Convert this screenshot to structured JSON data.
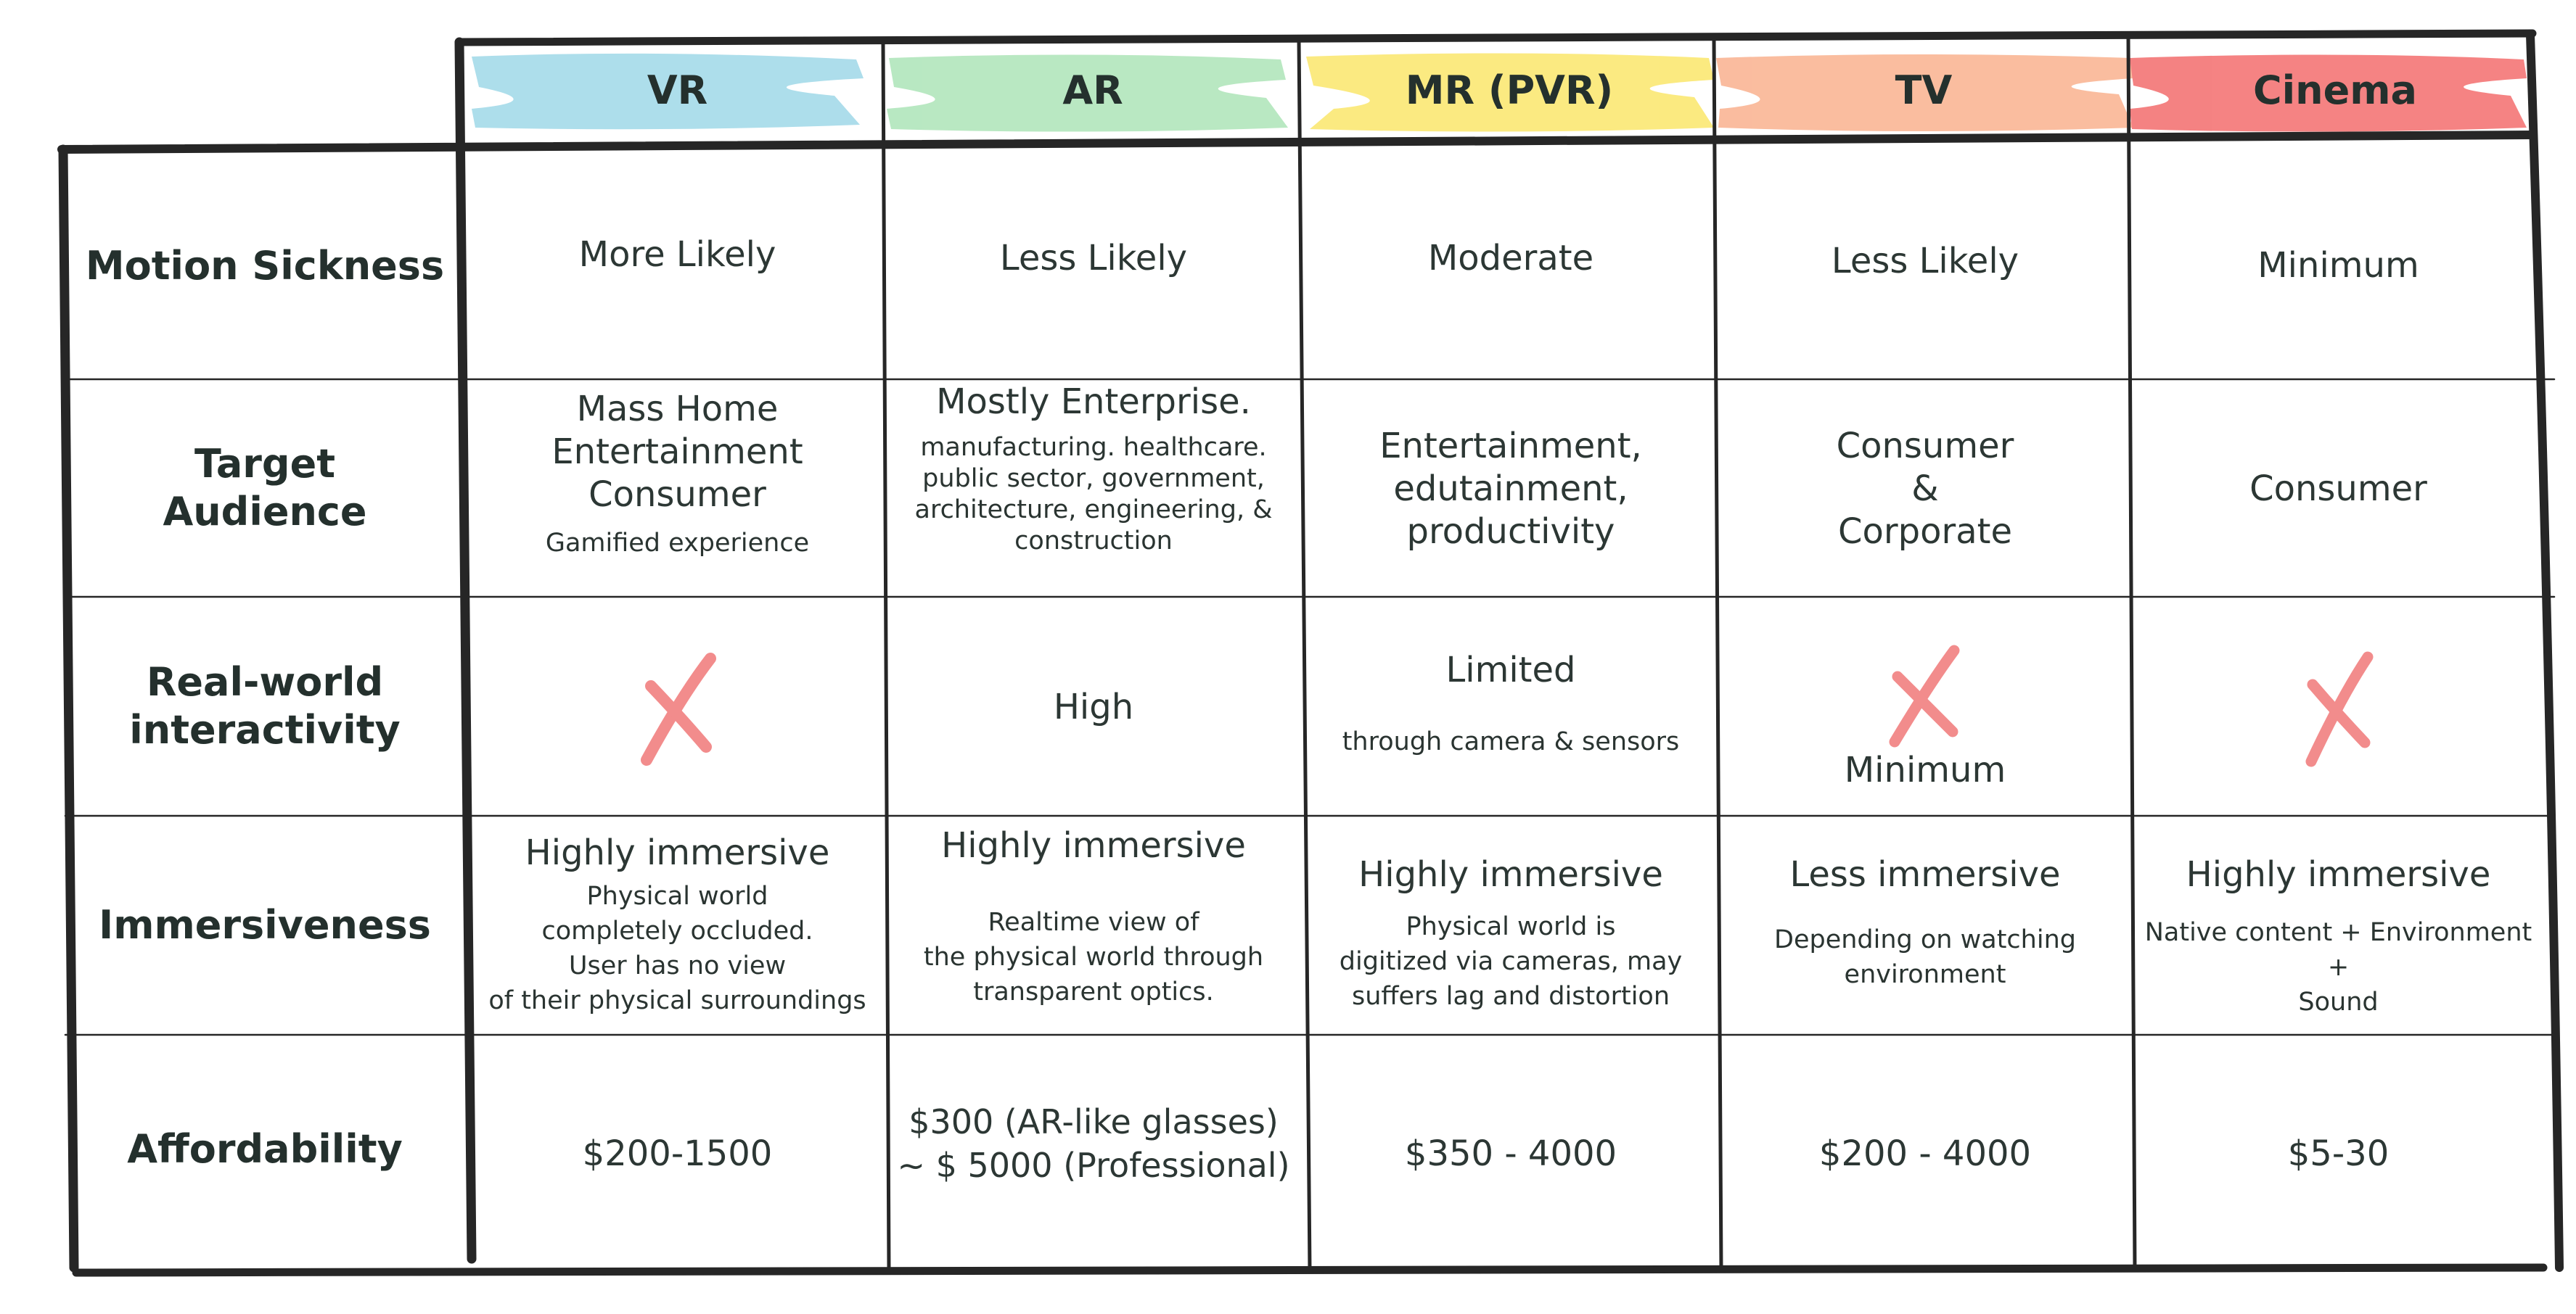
{
  "columns": [
    {
      "label": "VR",
      "color": "#a9dcea"
    },
    {
      "label": "AR",
      "color": "#b5e7bf"
    },
    {
      "label": "MR (PVR)",
      "color": "#fbe97a"
    },
    {
      "label": "TV",
      "color": "#fab99a"
    },
    {
      "label": "Cinema",
      "color": "#f47c7c"
    }
  ],
  "rows": {
    "motion_sickness": {
      "label": "Motion Sickness",
      "vr": "More Likely",
      "ar": "Less Likely",
      "mr": "Moderate",
      "tv": "Less Likely",
      "cinema": "Minimum"
    },
    "target_audience": {
      "label": "Target Audience",
      "vr_main": "Mass Home\nEntertainment\nConsumer",
      "vr_sub": "Gamified experience",
      "ar_main": "Mostly Enterprise.",
      "ar_sub": "manufacturing. healthcare.\npublic sector, government,\narchitecture, engineering, &\nconstruction",
      "mr": "Entertainment,\nedutainment,\nproductivity",
      "tv": "Consumer\n&\nCorporate",
      "cinema": "Consumer"
    },
    "interactivity": {
      "label": "Real-world\ninteractivity",
      "vr_icon": "cross-mark-icon",
      "ar": "High",
      "mr_main": "Limited",
      "mr_sub": "through camera & sensors",
      "tv_icon": "cross-mark-icon",
      "tv_text": "Minimum",
      "cinema_icon": "cross-mark-icon",
      "cross_color": "#f28c8c"
    },
    "immersiveness": {
      "label": "Immersiveness",
      "vr_main": "Highly immersive",
      "vr_sub": "Physical world\ncompletely occluded.\nUser has no view\nof their physical surroundings",
      "ar_main": "Highly immersive",
      "ar_sub": "Realtime view of\nthe physical world through\ntransparent optics.",
      "mr_main": "Highly immersive",
      "mr_sub": "Physical world is\ndigitized via cameras, may\nsuffers lag and distortion",
      "tv_main": "Less immersive",
      "tv_sub": "Depending on watching\nenvironment",
      "cinema_main": "Highly immersive",
      "cinema_sub": "Native content + Environment +\nSound"
    },
    "affordability": {
      "label": "Affordability",
      "vr": "$200-1500",
      "ar": "$300 (AR-like glasses)\n~ $ 5000 (Professional)",
      "mr": "$350 - 4000",
      "tv": "$200 - 4000",
      "cinema": "$5-30"
    }
  },
  "line_color": "#262626"
}
